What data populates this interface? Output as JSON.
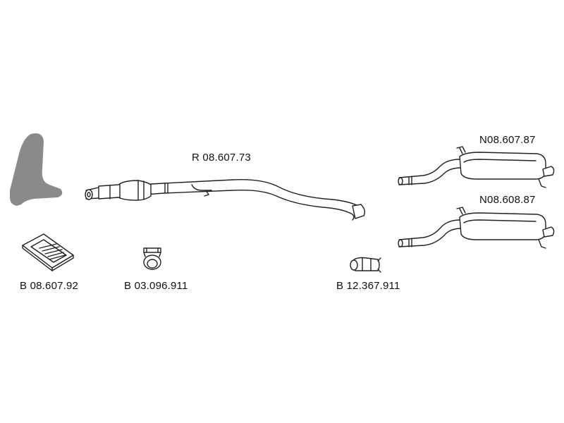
{
  "parts": [
    {
      "id": "main-pipe",
      "code": "R 08.607.73",
      "icon": "middle-pipe-icon"
    },
    {
      "id": "rear-silencer-1",
      "code": "N08.607.87",
      "icon": "rear-silencer-icon"
    },
    {
      "id": "rear-silencer-2",
      "code": "N08.608.87",
      "icon": "rear-silencer-icon"
    },
    {
      "id": "mounting-kit",
      "code": "B 08.607.92",
      "icon": "mounting-kit-box-icon"
    },
    {
      "id": "pipe-clamp",
      "code": "B 03.096.911",
      "icon": "pipe-clamp-icon"
    },
    {
      "id": "pipe-connector",
      "code": "B 12.367.911",
      "icon": "pipe-connector-icon"
    }
  ],
  "car_silhouette_icon": "car-front-silhouette-icon",
  "colors": {
    "ink": "#222222",
    "silhouette": "#8a8a8a",
    "background": "#ffffff"
  }
}
